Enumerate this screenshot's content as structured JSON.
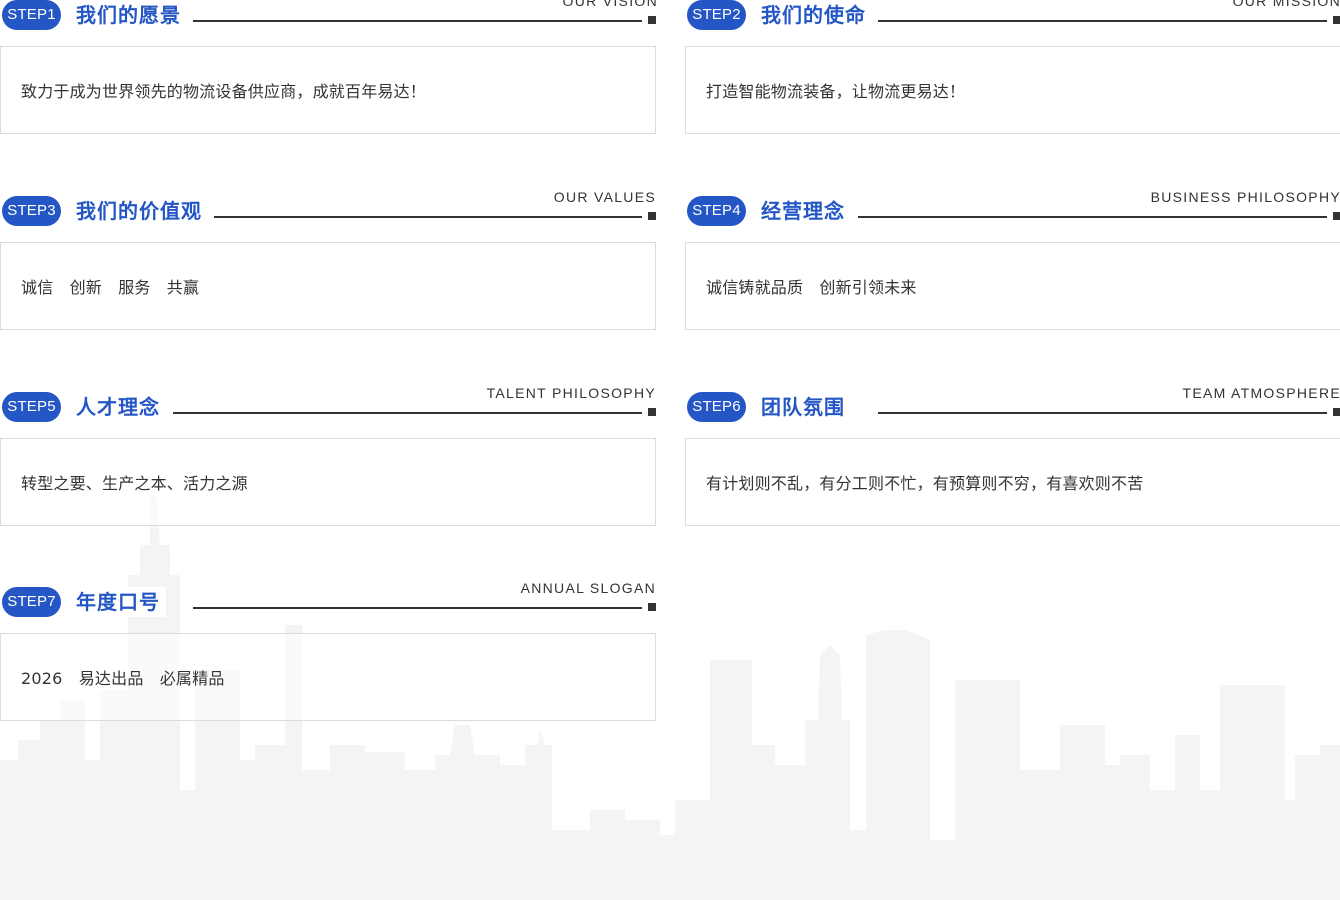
{
  "theme": {
    "accent": "#2457c5",
    "text": "#333333",
    "border": "#dcdcdc",
    "skyline": "#f4f4f5"
  },
  "sections": [
    {
      "step": "STEP1",
      "title": "我们的愿景",
      "english": "OUR VISION",
      "content": "致力于成为世界领先的物流设备供应商，成就百年易达！"
    },
    {
      "step": "STEP2",
      "title": "我们的使命",
      "english": "OUR MISSION",
      "content": "打造智能物流装备，让物流更易达！"
    },
    {
      "step": "STEP3",
      "title": "我们的价值观",
      "english": "OUR VALUES",
      "content": "诚信　创新　服务　共赢"
    },
    {
      "step": "STEP4",
      "title": "经营理念",
      "english": "BUSINESS PHILOSOPHY",
      "content": "诚信铸就品质　创新引领未来"
    },
    {
      "step": "STEP5",
      "title": "人才理念",
      "english": "TALENT PHILOSOPHY",
      "content": "转型之要、生产之本、活力之源"
    },
    {
      "step": "STEP6",
      "title": "团队氛围",
      "english": "TEAM ATMOSPHERE",
      "content": "有计划则不乱，有分工则不忙，有预算则不穷，有喜欢则不苦"
    },
    {
      "step": "STEP7",
      "title": "年度口号",
      "english": "ANNUAL SLOGAN",
      "content": "2026　易达出品　必属精品"
    }
  ]
}
